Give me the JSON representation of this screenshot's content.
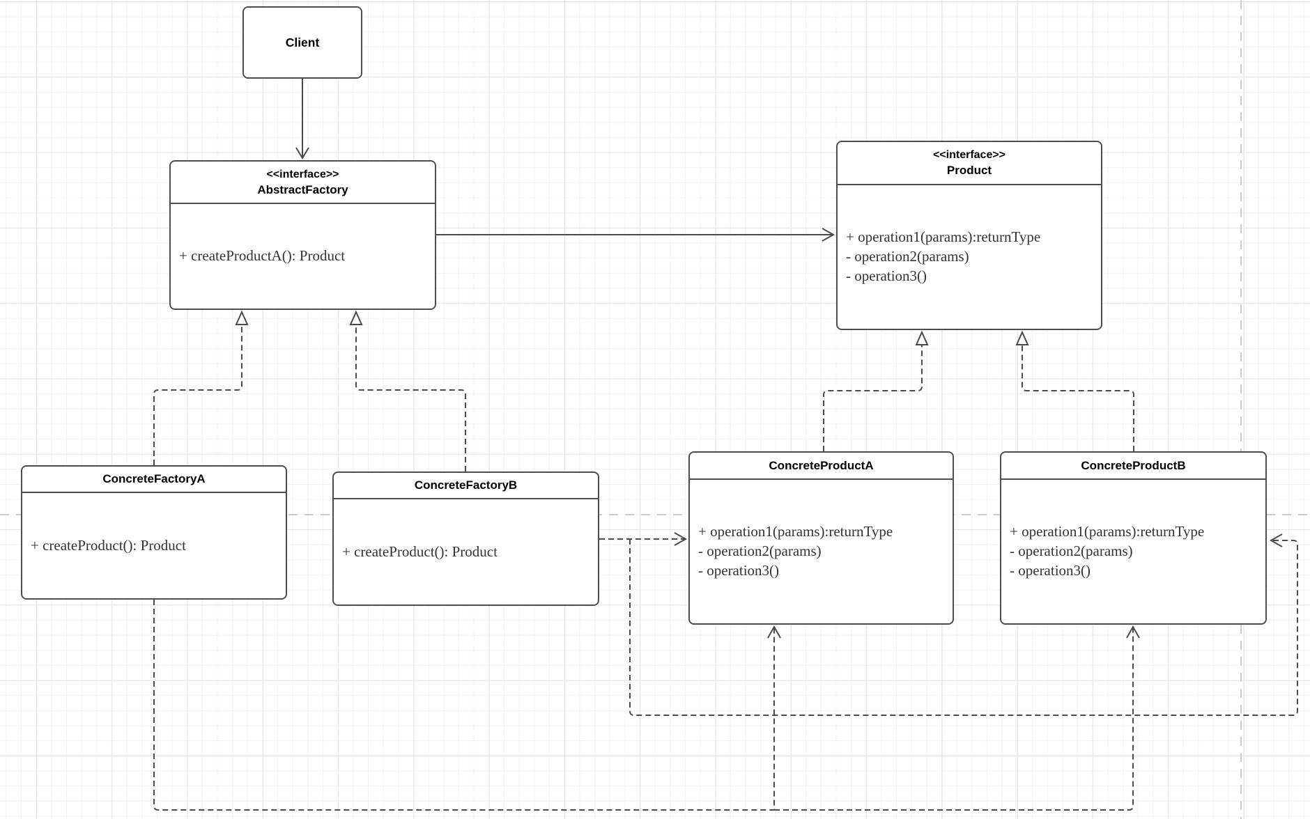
{
  "diagram": {
    "kind": "uml-class-diagram",
    "pattern": "Abstract Factory",
    "colors": {
      "shape_stroke": "#4d4d4d",
      "shape_fill": "#ffffff",
      "title_text": "#000000",
      "method_text": "#333333",
      "grid_minor": "#f3f3f3",
      "grid_major": "#e4e4e4",
      "page_separator": "#cccccc"
    }
  },
  "classes": {
    "client": {
      "title": "Client"
    },
    "abstract_factory": {
      "stereotype": "<<interface>>",
      "title": "AbstractFactory",
      "methods": [
        "+ createProductA(): Product"
      ]
    },
    "product": {
      "stereotype": "<<interface>>",
      "title": "Product",
      "methods": [
        "+ operation1(params):returnType",
        "- operation2(params)",
        "- operation3()"
      ]
    },
    "concrete_factory_a": {
      "title": "ConcreteFactoryA",
      "methods": [
        "+ createProduct(): Product"
      ]
    },
    "concrete_factory_b": {
      "title": "ConcreteFactoryB",
      "methods": [
        "+ createProduct(): Product"
      ]
    },
    "concrete_product_a": {
      "title": "ConcreteProductA",
      "methods": [
        "+ operation1(params):returnType",
        "- operation2(params)",
        "- operation3()"
      ]
    },
    "concrete_product_b": {
      "title": "ConcreteProductB",
      "methods": [
        "+ operation1(params):returnType",
        "- operation2(params)",
        "- operation3()"
      ]
    }
  },
  "relationships": [
    {
      "from": "Client",
      "to": "AbstractFactory",
      "type": "association",
      "style": "solid-open-arrow"
    },
    {
      "from": "AbstractFactory",
      "to": "Product",
      "type": "association",
      "style": "solid-open-arrow"
    },
    {
      "from": "ConcreteFactoryA",
      "to": "AbstractFactory",
      "type": "realization",
      "style": "dashed-hollow-triangle"
    },
    {
      "from": "ConcreteFactoryB",
      "to": "AbstractFactory",
      "type": "realization",
      "style": "dashed-hollow-triangle"
    },
    {
      "from": "ConcreteProductA",
      "to": "Product",
      "type": "realization",
      "style": "dashed-hollow-triangle"
    },
    {
      "from": "ConcreteProductB",
      "to": "Product",
      "type": "realization",
      "style": "dashed-hollow-triangle"
    },
    {
      "from": "ConcreteFactoryB",
      "to": "ConcreteProductA",
      "type": "dependency",
      "style": "dashed-open-arrow"
    },
    {
      "from": "ConcreteFactoryB",
      "to": "ConcreteProductB",
      "type": "dependency",
      "style": "dashed-open-arrow"
    },
    {
      "from": "ConcreteFactoryA",
      "to": "ConcreteProductA",
      "type": "dependency",
      "style": "dashed-open-arrow"
    },
    {
      "from": "ConcreteFactoryA",
      "to": "ConcreteProductB",
      "type": "dependency",
      "style": "dashed-open-arrow"
    }
  ]
}
